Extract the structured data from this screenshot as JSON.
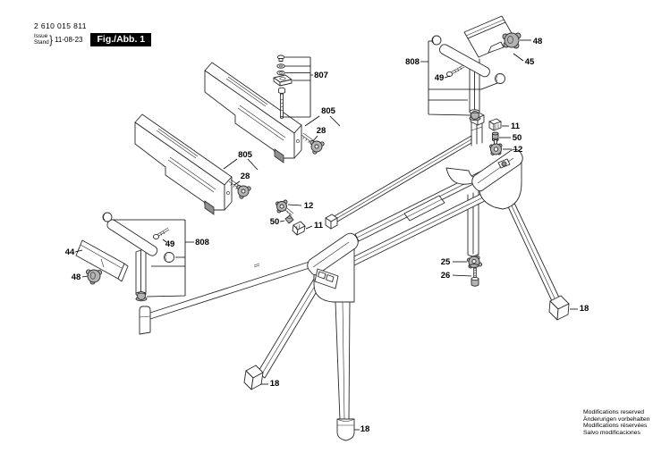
{
  "header": {
    "part_number": "2 610 015 811",
    "issue_label": "Issue",
    "stand_label": "Stand",
    "brace": "}",
    "date": "11-08-23",
    "figure_label": "Fig./Abb. 1"
  },
  "footer": {
    "line1": "Modifications reserved",
    "line2": "Änderungen vorbehalten",
    "line3": "Modifications réservées",
    "line4": "Salvo modificaciones"
  },
  "callouts": {
    "c807": {
      "label": "807"
    },
    "c805a": {
      "label": "805"
    },
    "c28a": {
      "label": "28"
    },
    "c805b": {
      "label": "805"
    },
    "c28b": {
      "label": "28"
    },
    "c48a": {
      "label": "48"
    },
    "c45": {
      "label": "45"
    },
    "c808a": {
      "label": "808"
    },
    "c49a": {
      "label": "49"
    },
    "c11a": {
      "label": "11"
    },
    "c50a": {
      "label": "50"
    },
    "c12a": {
      "label": "12"
    },
    "c12b": {
      "label": "12"
    },
    "c50b": {
      "label": "50"
    },
    "c11b": {
      "label": "11"
    },
    "c44": {
      "label": "44"
    },
    "c808b": {
      "label": "808"
    },
    "c49b": {
      "label": "49"
    },
    "c48b": {
      "label": "48"
    },
    "c25": {
      "label": "25"
    },
    "c26": {
      "label": "26"
    },
    "c18a": {
      "label": "18"
    },
    "c18b": {
      "label": "18"
    },
    "c18c": {
      "label": "18"
    }
  },
  "parts_visible": [
    "11",
    "12",
    "18",
    "25",
    "26",
    "28",
    "44",
    "45",
    "48",
    "49",
    "50",
    "805",
    "807",
    "808"
  ],
  "colors": {
    "line": "#2b2b2b",
    "background": "#ffffff",
    "part_shade": "#b3b3b3",
    "figure_box_bg": "#000000",
    "figure_box_text": "#ffffff"
  }
}
